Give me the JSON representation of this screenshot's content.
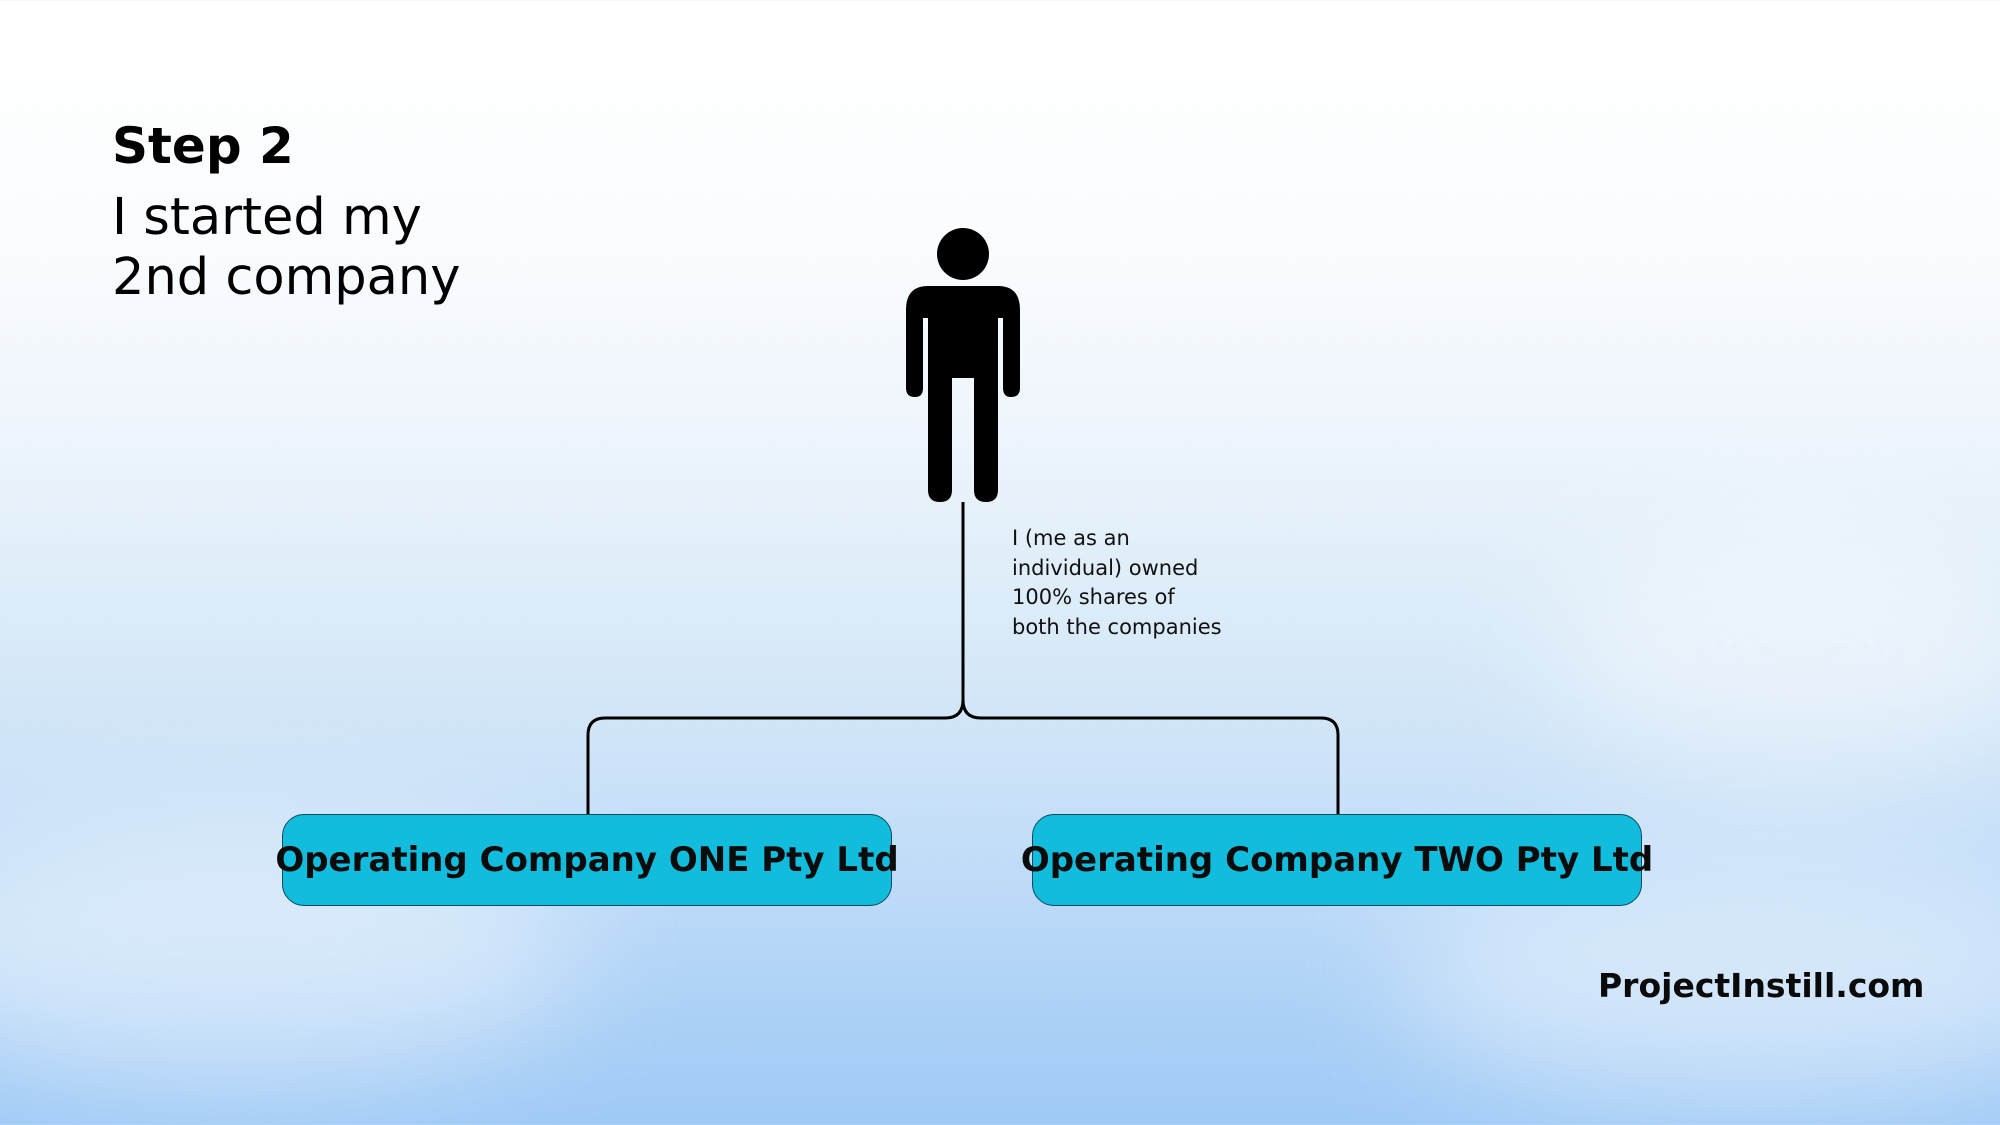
{
  "heading": {
    "step": "Step 2",
    "subtitle": "I started my\n2nd company"
  },
  "owner": {
    "icon": "person-icon",
    "caption": "I (me as an\nindividual) owned\n100% shares of\nboth the companies"
  },
  "companies": [
    {
      "label": "Operating Company ONE Pty Ltd"
    },
    {
      "label": "Operating Company TWO Pty Ltd"
    }
  ],
  "footer": {
    "website": "ProjectInstill.com"
  },
  "colors": {
    "company_box_fill": "#12bcdc",
    "connector": "#000000",
    "person": "#000000"
  }
}
